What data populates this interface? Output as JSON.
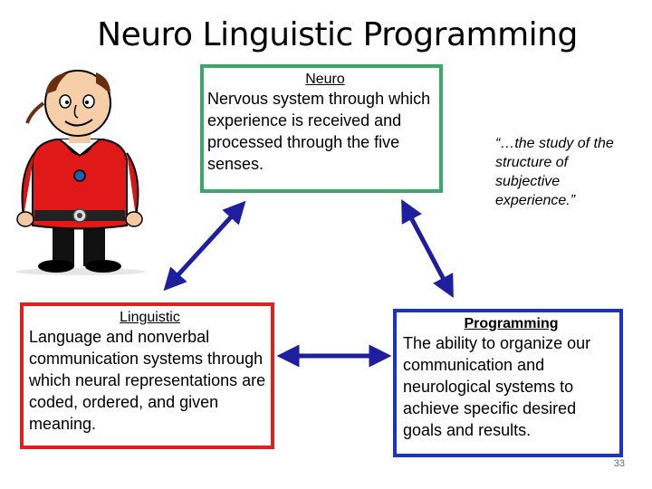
{
  "slide": {
    "title": "Neuro Linguistic Programming",
    "page_number": "33"
  },
  "neuro": {
    "heading": "Neuro",
    "text": "Nervous system through which experience is received and processed through the five senses.",
    "border_color": "#3aa86a"
  },
  "linguistic": {
    "heading": "Linguistic",
    "text": "Language and nonverbal communication systems through which neural representations are coded, ordered, and given meaning.",
    "border_color": "#e0201e"
  },
  "programming": {
    "heading": "Programming",
    "text": "The ability to organize our communication and neurological systems to achieve specific desired goals and results.",
    "border_color": "#1a33c7"
  },
  "quote": {
    "text": "“…the study of the structure of subjective experience.”"
  },
  "arrows": {
    "color": "#1d1f9e"
  },
  "illustration": {
    "icon": "cartoon-man-icon"
  }
}
